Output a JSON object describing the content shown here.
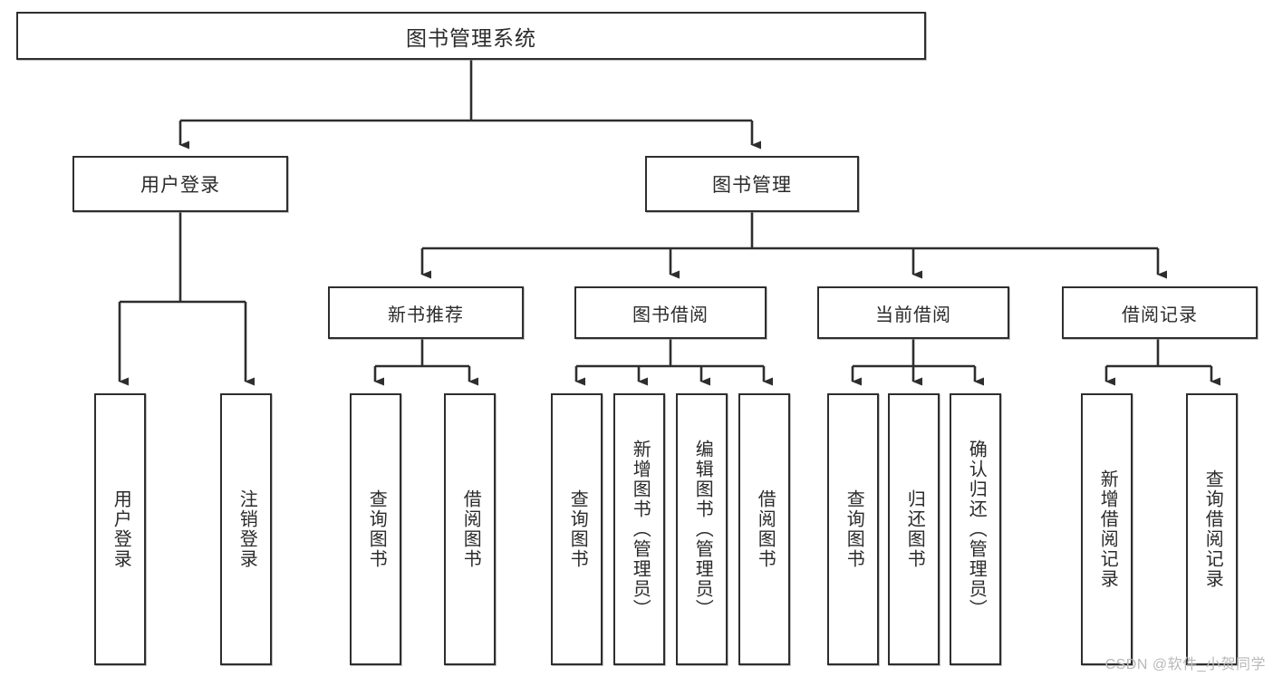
{
  "diagram": {
    "title": "图书管理系统",
    "type": "tree",
    "watermark": "CSDN @软件_小贺同学",
    "colors": {
      "background": "#ffffff",
      "box_border": "#2e2e2e",
      "box_fill": "#ffffff",
      "text": "#2b2b2b",
      "connector": "#2e2e2e",
      "watermark": "#b9b9b9"
    },
    "root": {
      "label": "图书管理系统"
    },
    "branches": [
      {
        "label": "用户登录",
        "children": [
          {
            "label": "用户登录"
          },
          {
            "label": "注销登录"
          }
        ]
      },
      {
        "label": "图书管理",
        "groups": [
          {
            "label": "新书推荐",
            "children": [
              {
                "label": "查询图书"
              },
              {
                "label": "借阅图书"
              }
            ]
          },
          {
            "label": "图书借阅",
            "children": [
              {
                "label": "查询图书"
              },
              {
                "label": "新增图书（管理员）"
              },
              {
                "label": "编辑图书（管理员）"
              },
              {
                "label": "借阅图书"
              }
            ]
          },
          {
            "label": "当前借阅",
            "children": [
              {
                "label": "查询图书"
              },
              {
                "label": "归还图书"
              },
              {
                "label": "确认归还（管理员）"
              }
            ]
          },
          {
            "label": "借阅记录",
            "children": [
              {
                "label": "新增借阅记录"
              },
              {
                "label": "查询借阅记录"
              }
            ]
          }
        ]
      }
    ]
  }
}
